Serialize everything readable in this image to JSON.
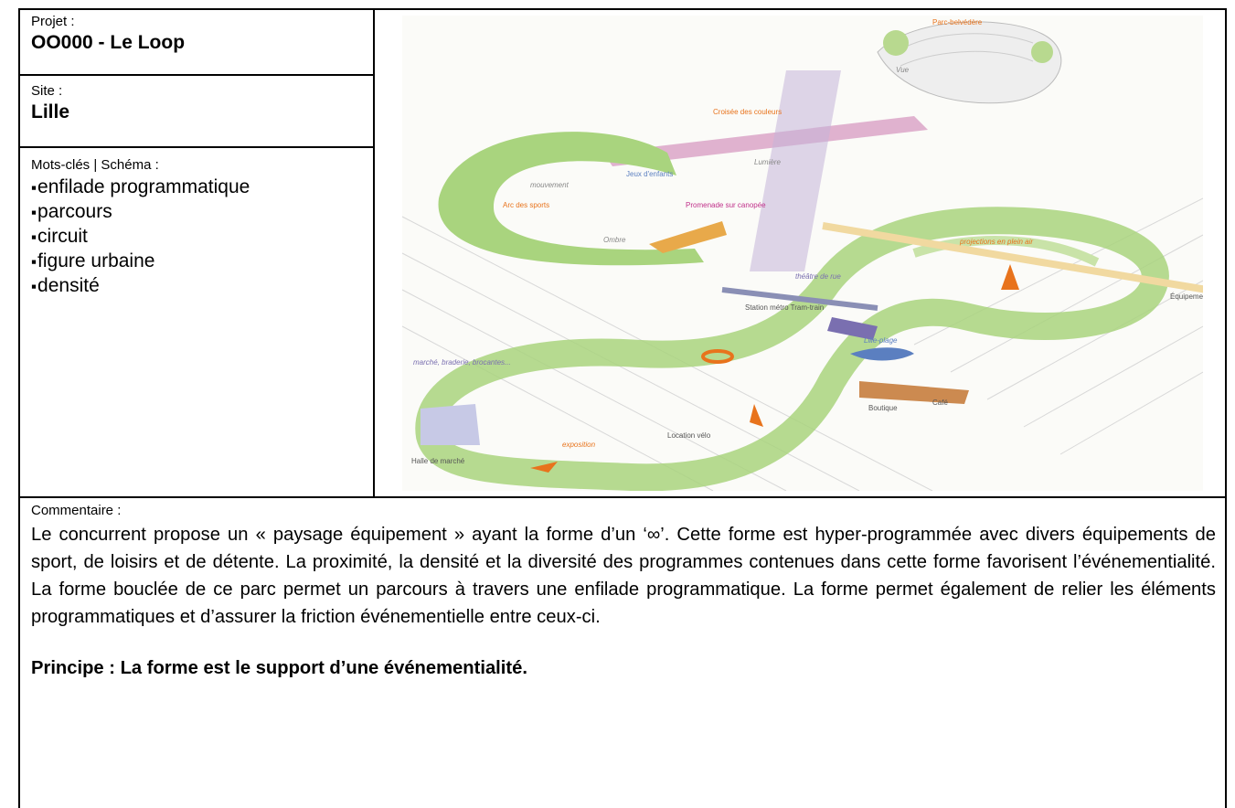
{
  "projet": {
    "label": "Projet :",
    "value": "OO000 - Le Loop"
  },
  "site": {
    "label": "Site :",
    "value": "Lille"
  },
  "keywords": {
    "label": "Mots-clés | Schéma :",
    "items": [
      "enfilade programmatique",
      "parcours",
      "circuit",
      "figure urbaine",
      "densité"
    ]
  },
  "figure": {
    "labels": {
      "parc_belvedere": "Parc-belvédère",
      "vue": "Vue",
      "croisee": "Croisée des couleurs",
      "lumiere": "Lumière",
      "jeux": "Jeux d'enfants",
      "mouvement": "mouvement",
      "arc": "Arc des sports",
      "promenade": "Promenade sur canopée",
      "ombre": "Ombre",
      "projections": "projections en plein air",
      "theatre": "théâtre de rue",
      "station": "Station métro Tram-train",
      "equipement": "Équipement",
      "lille_plage": "Lille-plage",
      "marche": "marché, braderie, brocantes...",
      "boutique": "Boutique",
      "cafe": "Café",
      "location": "Location vélo",
      "exposition": "exposition",
      "halle": "Halle de marché"
    },
    "colors": {
      "green": "#a9d47e",
      "orange": "#e8731c",
      "pink": "#c0308a",
      "blue": "#5b7fc0",
      "purple": "#7a6fb0",
      "sand": "#f1d9a0"
    }
  },
  "comment": {
    "label": "Commentaire :",
    "body": "Le concurrent propose un « paysage équipement » ayant la forme d’un ‘∞’. Cette forme est hyper-programmée avec divers équipements de sport, de loisirs et de détente. La proximité, la densité et la diversité des programmes contenues dans cette forme favorisent l’événementialité. La forme bouclée de ce parc permet un parcours à travers une enfilade programmatique. La forme permet également de relier les éléments programmatiques et d’assurer la friction événementielle entre ceux-ci.",
    "principle": "Principe : La forme est le support d’une événementialité."
  }
}
